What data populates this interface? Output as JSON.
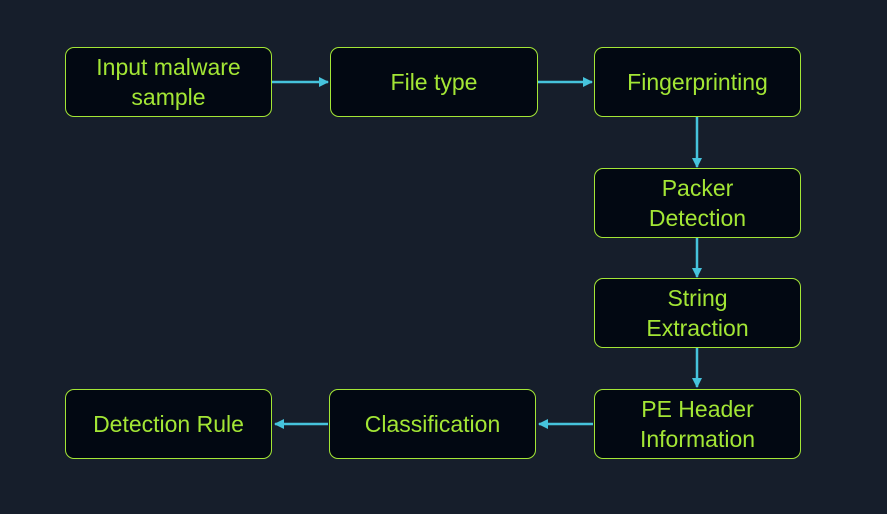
{
  "colors": {
    "background": "#161e2b",
    "node_fill": "#020812",
    "node_border": "#a3e635",
    "node_text": "#a3e635",
    "edge": "#46c3dc"
  },
  "nodes": [
    {
      "id": "input",
      "label": "Input malware\nsample"
    },
    {
      "id": "filetype",
      "label": "File type"
    },
    {
      "id": "fingerprinting",
      "label": "Fingerprinting"
    },
    {
      "id": "packer",
      "label": "Packer\nDetection"
    },
    {
      "id": "strings",
      "label": "String\nExtraction"
    },
    {
      "id": "peheader",
      "label": "PE Header\nInformation"
    },
    {
      "id": "classification",
      "label": "Classification"
    },
    {
      "id": "detection",
      "label": "Detection Rule"
    }
  ],
  "edges": [
    {
      "from": "input",
      "to": "filetype"
    },
    {
      "from": "filetype",
      "to": "fingerprinting"
    },
    {
      "from": "fingerprinting",
      "to": "packer"
    },
    {
      "from": "packer",
      "to": "strings"
    },
    {
      "from": "strings",
      "to": "peheader"
    },
    {
      "from": "peheader",
      "to": "classification"
    },
    {
      "from": "classification",
      "to": "detection"
    }
  ]
}
